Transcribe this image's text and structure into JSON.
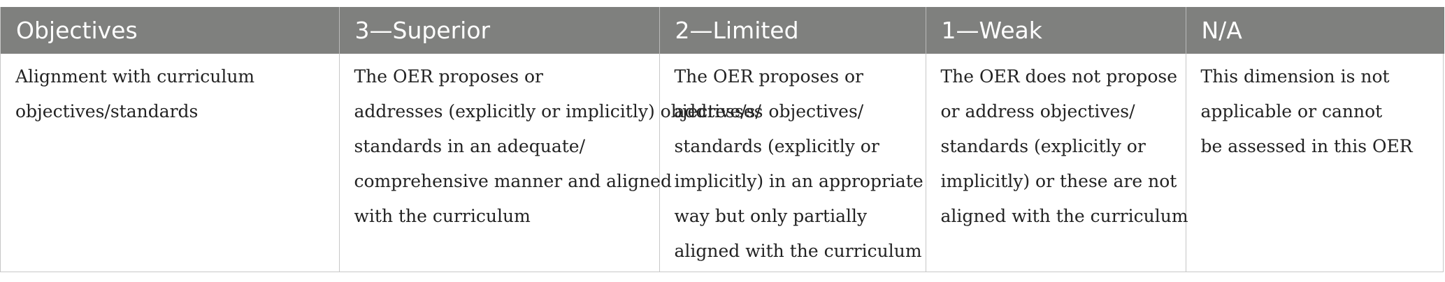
{
  "table": {
    "headers": [
      "Objectives",
      "3—Superior",
      "2—Limited",
      "1—Weak",
      "N/A"
    ],
    "row": [
      [
        "Alignment with curriculum",
        "objectives/standards"
      ],
      [
        "The OER proposes or",
        "addresses (explicitly or implicitly) objective/s/",
        "standards in an adequate/",
        "comprehensive manner and aligned",
        "with the curriculum"
      ],
      [
        "The OER proposes or",
        "addresses objectives/",
        "standards (explicitly or",
        "implicitly) in an appropriate",
        "way but only partially",
        "aligned with the curriculum"
      ],
      [
        "The OER does not propose",
        "or address objectives/",
        "standards (explicitly or",
        "implicitly) or these are not",
        "aligned with the curriculum"
      ],
      [
        "This dimension is not",
        "applicable or cannot",
        "be assessed in this OER"
      ]
    ]
  }
}
